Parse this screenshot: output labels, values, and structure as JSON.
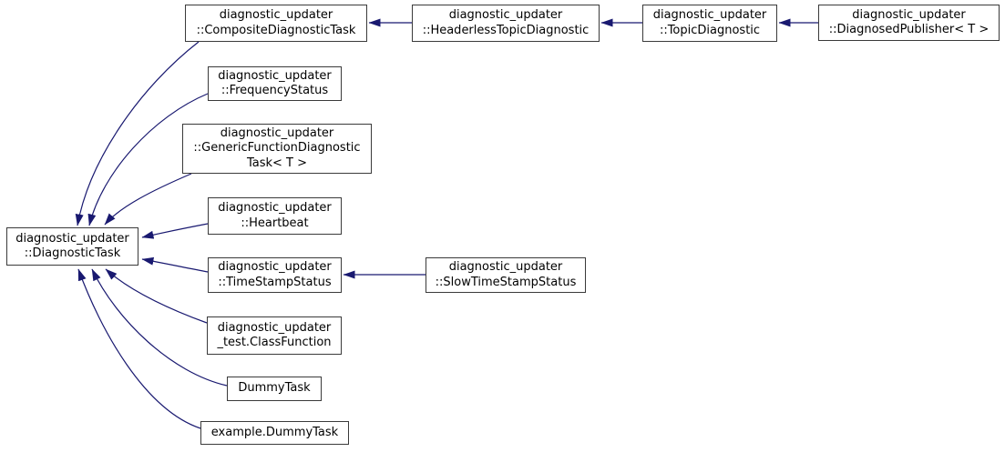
{
  "diagram": {
    "title": "Inheritance graph for diagnostic_updater::DiagnosticTask",
    "type": "class-inheritance-graph",
    "colors": {
      "edge": "#191970",
      "border": "#3a3a3a",
      "node_bg": "#ffffff",
      "text": "#000000",
      "canvas_bg": "#ffffff"
    },
    "nodes": {
      "diagnostictask": {
        "label": "diagnostic_updater\n::DiagnosticTask"
      },
      "composite": {
        "label": "diagnostic_updater\n::CompositeDiagnosticTask"
      },
      "headerless": {
        "label": "diagnostic_updater\n::HeaderlessTopicDiagnostic"
      },
      "topic": {
        "label": "diagnostic_updater\n::TopicDiagnostic"
      },
      "diagnosed": {
        "label": "diagnostic_updater\n::DiagnosedPublisher< T >"
      },
      "frequency": {
        "label": "diagnostic_updater\n::FrequencyStatus"
      },
      "generic": {
        "label": "diagnostic_updater\n::GenericFunctionDiagnostic\nTask< T >"
      },
      "heartbeat": {
        "label": "diagnostic_updater\n::Heartbeat"
      },
      "timestamp": {
        "label": "diagnostic_updater\n::TimeStampStatus"
      },
      "slow": {
        "label": "diagnostic_updater\n::SlowTimeStampStatus"
      },
      "classfunction": {
        "label": "diagnostic_updater\n_test.ClassFunction"
      },
      "dummytask": {
        "label": "DummyTask"
      },
      "exampledummytask": {
        "label": "example.DummyTask"
      }
    },
    "edges": [
      {
        "from": "diagnostic_updater::CompositeDiagnosticTask",
        "to": "diagnostic_updater::DiagnosticTask",
        "relation": "inherits"
      },
      {
        "from": "diagnostic_updater::FrequencyStatus",
        "to": "diagnostic_updater::DiagnosticTask",
        "relation": "inherits"
      },
      {
        "from": "diagnostic_updater::GenericFunctionDiagnosticTask< T >",
        "to": "diagnostic_updater::DiagnosticTask",
        "relation": "inherits"
      },
      {
        "from": "diagnostic_updater::Heartbeat",
        "to": "diagnostic_updater::DiagnosticTask",
        "relation": "inherits"
      },
      {
        "from": "diagnostic_updater::TimeStampStatus",
        "to": "diagnostic_updater::DiagnosticTask",
        "relation": "inherits"
      },
      {
        "from": "diagnostic_updater_test.ClassFunction",
        "to": "diagnostic_updater::DiagnosticTask",
        "relation": "inherits"
      },
      {
        "from": "DummyTask",
        "to": "diagnostic_updater::DiagnosticTask",
        "relation": "inherits"
      },
      {
        "from": "example.DummyTask",
        "to": "diagnostic_updater::DiagnosticTask",
        "relation": "inherits"
      },
      {
        "from": "diagnostic_updater::HeaderlessTopicDiagnostic",
        "to": "diagnostic_updater::CompositeDiagnosticTask",
        "relation": "inherits"
      },
      {
        "from": "diagnostic_updater::TopicDiagnostic",
        "to": "diagnostic_updater::HeaderlessTopicDiagnostic",
        "relation": "inherits"
      },
      {
        "from": "diagnostic_updater::DiagnosedPublisher< T >",
        "to": "diagnostic_updater::TopicDiagnostic",
        "relation": "inherits"
      },
      {
        "from": "diagnostic_updater::SlowTimeStampStatus",
        "to": "diagnostic_updater::TimeStampStatus",
        "relation": "inherits"
      }
    ]
  }
}
